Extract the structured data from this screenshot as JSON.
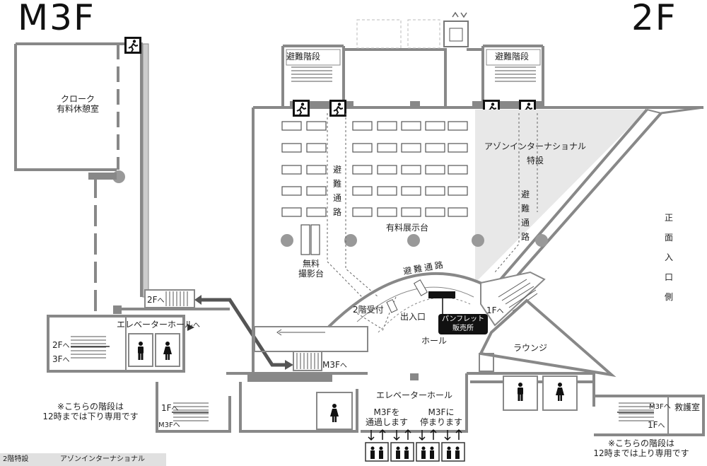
{
  "floor_titles": {
    "left": "M3F",
    "right": "2F"
  },
  "rooms": {
    "cloak_line1": "クローク",
    "cloak_line2": "有料休憩室",
    "stairs_left": "避難階段",
    "stairs_right": "避難階段",
    "azon_line1": "アゾンインターナショナル",
    "azon_line2": "特設",
    "paid_display": "有料展示台",
    "free_photo_line1": "無料",
    "free_photo_line2": "撮影台",
    "evac_route_vertical": "避難通路",
    "evac_route_curve": "避難通路",
    "reception_2f": "2階受付",
    "entrance": "出入口",
    "pamphlet_line1": "パンフレット",
    "pamphlet_line2": "販売所",
    "to_1f": "1F",
    "hall": "ホール",
    "lounge": "ラウンジ",
    "front_entrance": "正面入口側",
    "to_m3f": "M3F",
    "elevator_hall_top": "エレベーターホール",
    "elevator_hall_bottom": "エレベーターホール",
    "elev_pass_line1": "M3Fを",
    "elev_pass_line2": "通過します",
    "elev_stop_line1": "M3Fに",
    "elev_stop_line2": "停まります",
    "first_aid": "救護室",
    "to_2f": "2F",
    "stair_left_2f": "2F",
    "stair_left_3f": "3F",
    "stair_bl_1f": "1F",
    "stair_bl_m3f": "M3F",
    "stair_br_m3f": "M3F",
    "stair_br_1f": "1F"
  },
  "notes": {
    "left_line1": "※こちらの階段は",
    "left_line2": "12時までは下り専用です",
    "right_line1": "※こちらの階段は",
    "right_line2": "12時までは上り専用です"
  },
  "legend": {
    "label": "2階特設",
    "value": "アゾンインターナショナル"
  },
  "colors": {
    "wall": "#8a8a8a",
    "wall_dark": "#6a6a6a",
    "special_area": "#e8e8e8",
    "route_arrow": "#555555",
    "text": "#222222"
  },
  "icons": [
    "emergency-exit-icon",
    "elevator-icon",
    "toilet-men-icon",
    "toilet-women-icon",
    "elevator-up-down-icon",
    "stairs-icon"
  ]
}
